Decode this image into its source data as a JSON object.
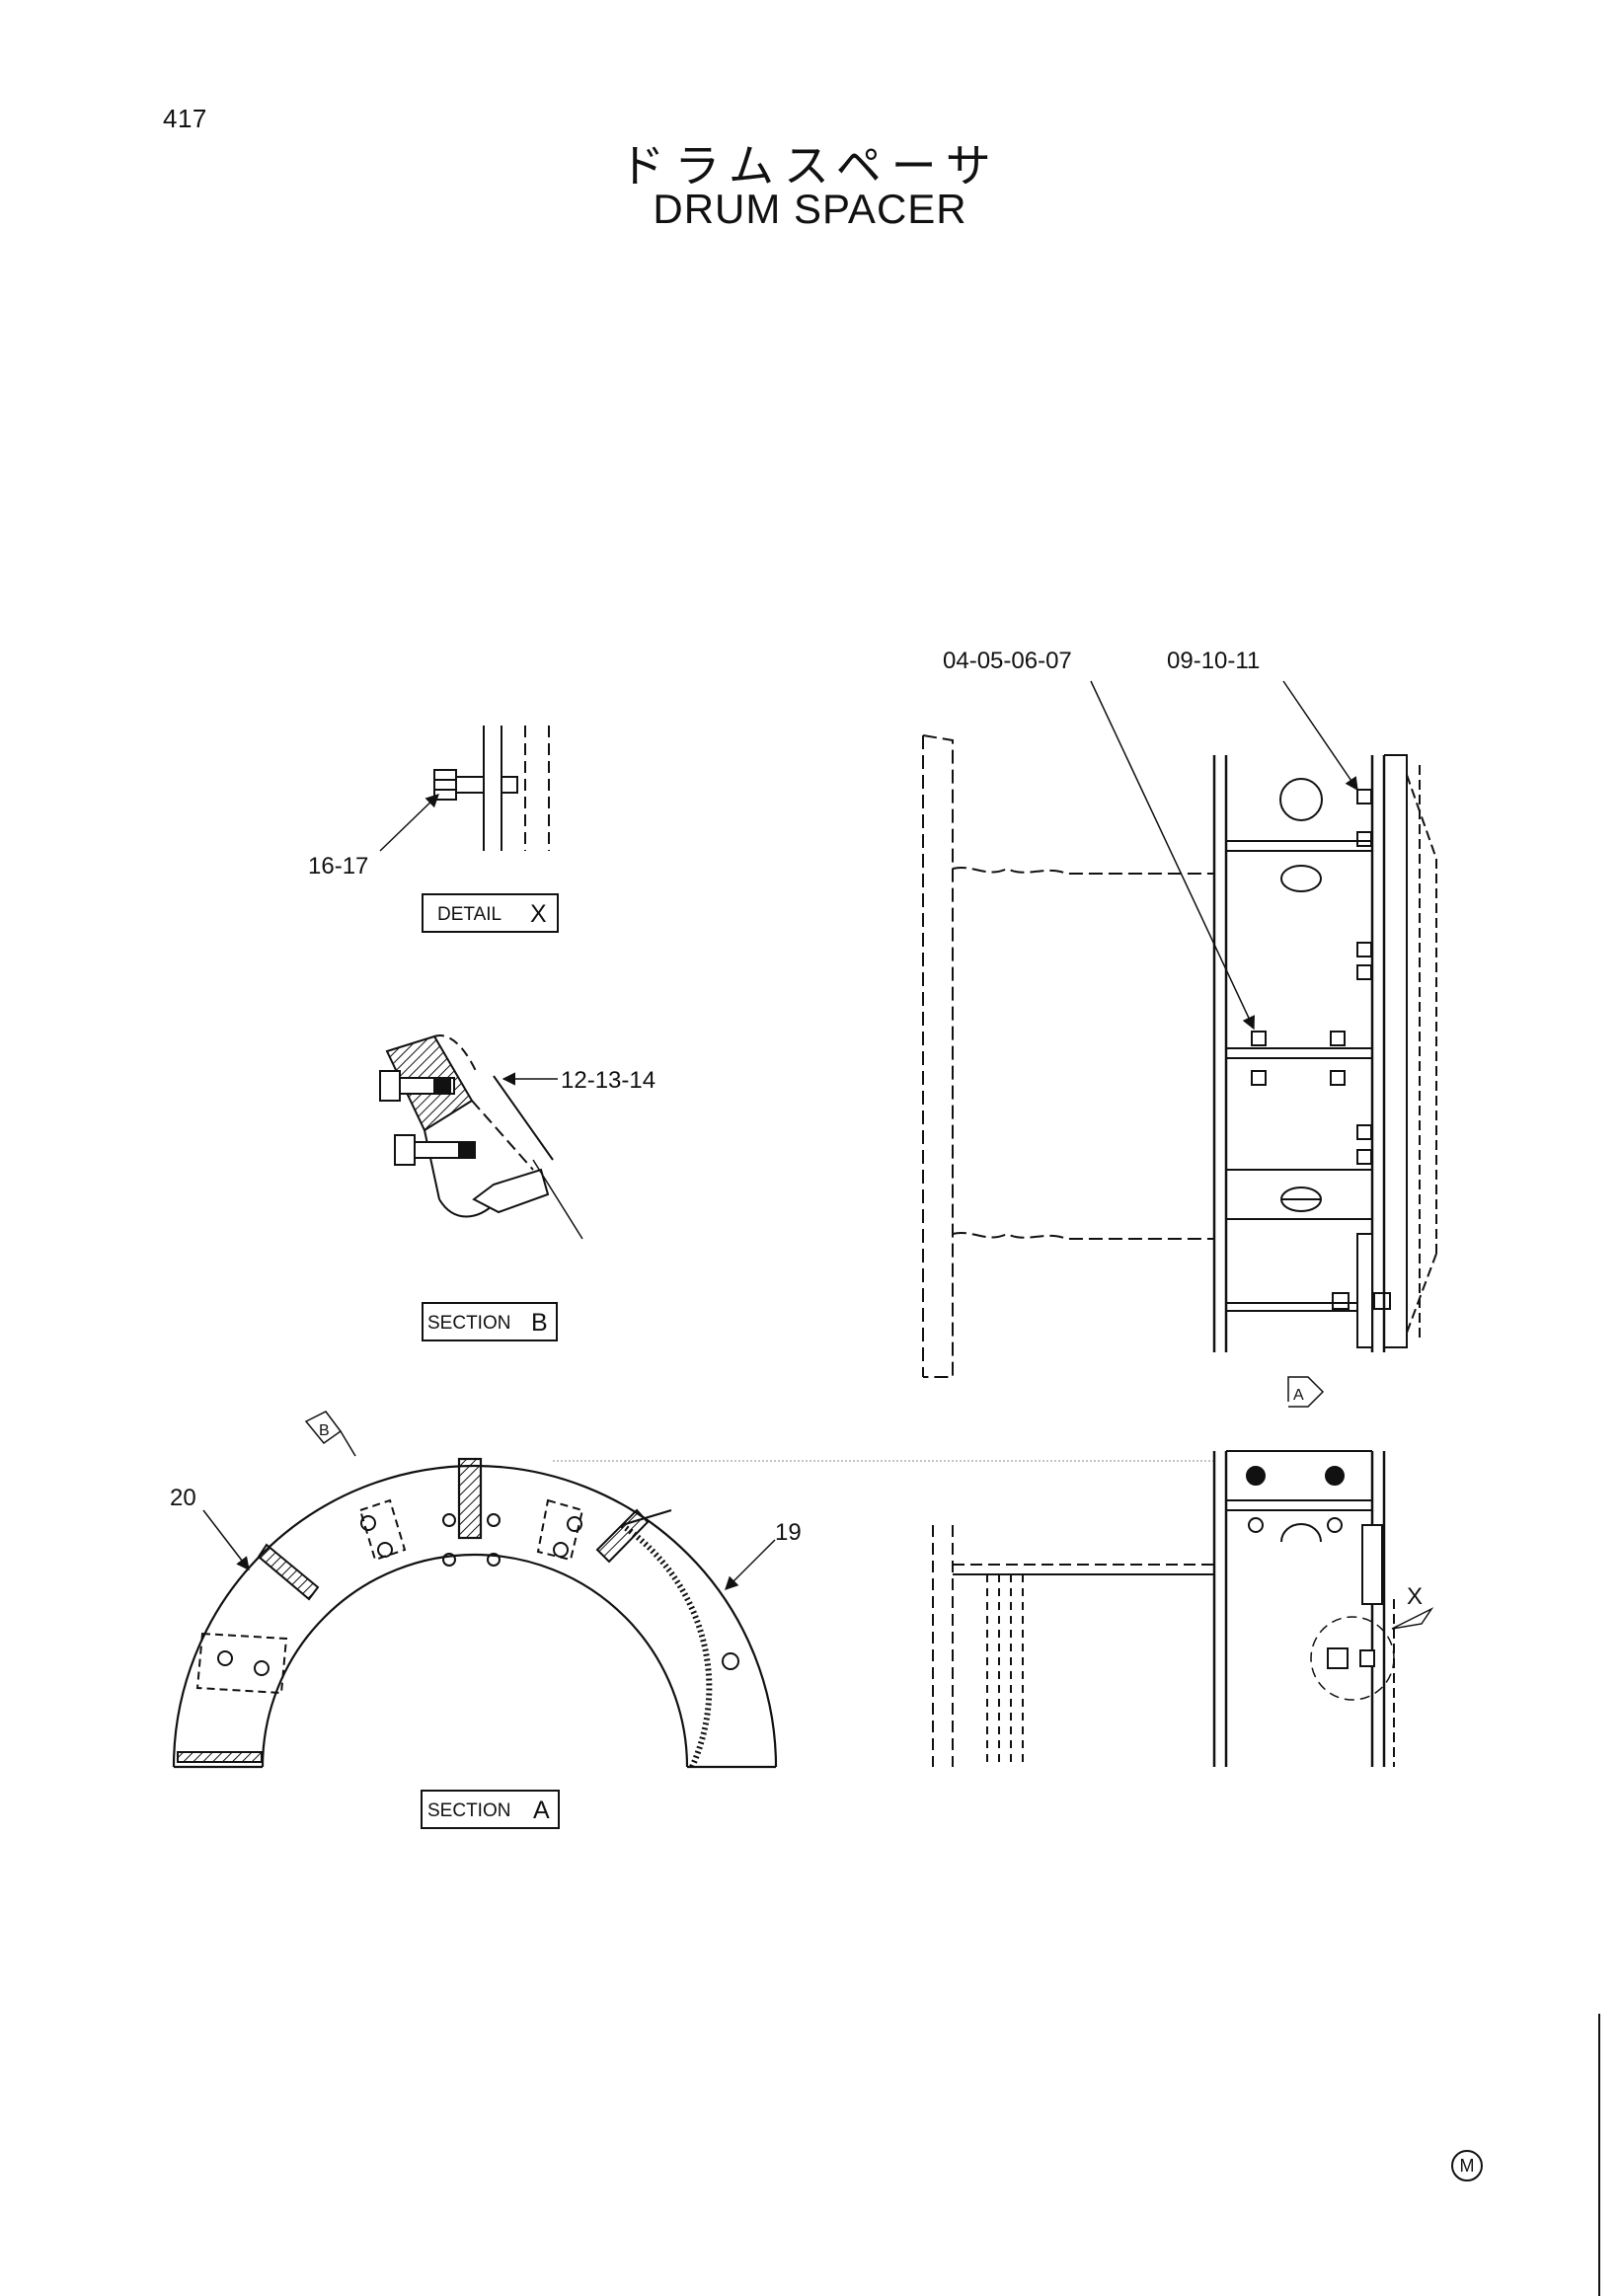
{
  "page": {
    "number": "417",
    "title_jp": "ドラムスペーサ",
    "title_en": "DRUM SPACER",
    "mark": "M"
  },
  "views": {
    "detail_x": {
      "word": "DETAIL",
      "letter": "X"
    },
    "section_b": {
      "word": "SECTION",
      "letter": "B"
    },
    "section_a": {
      "word": "SECTION",
      "letter": "A"
    }
  },
  "callouts": {
    "c16_17": "16-17",
    "c12_13_14": "12-13-14",
    "c04_05_06_07": "04-05-06-07",
    "c09_10_11": "09-10-11",
    "c20": "20",
    "c19": "19",
    "x_marker": "X",
    "arrow_a": "A",
    "arrow_b": "B"
  },
  "colors": {
    "line": "#111111",
    "hidden_line": "#444444",
    "background": "#ffffff"
  }
}
